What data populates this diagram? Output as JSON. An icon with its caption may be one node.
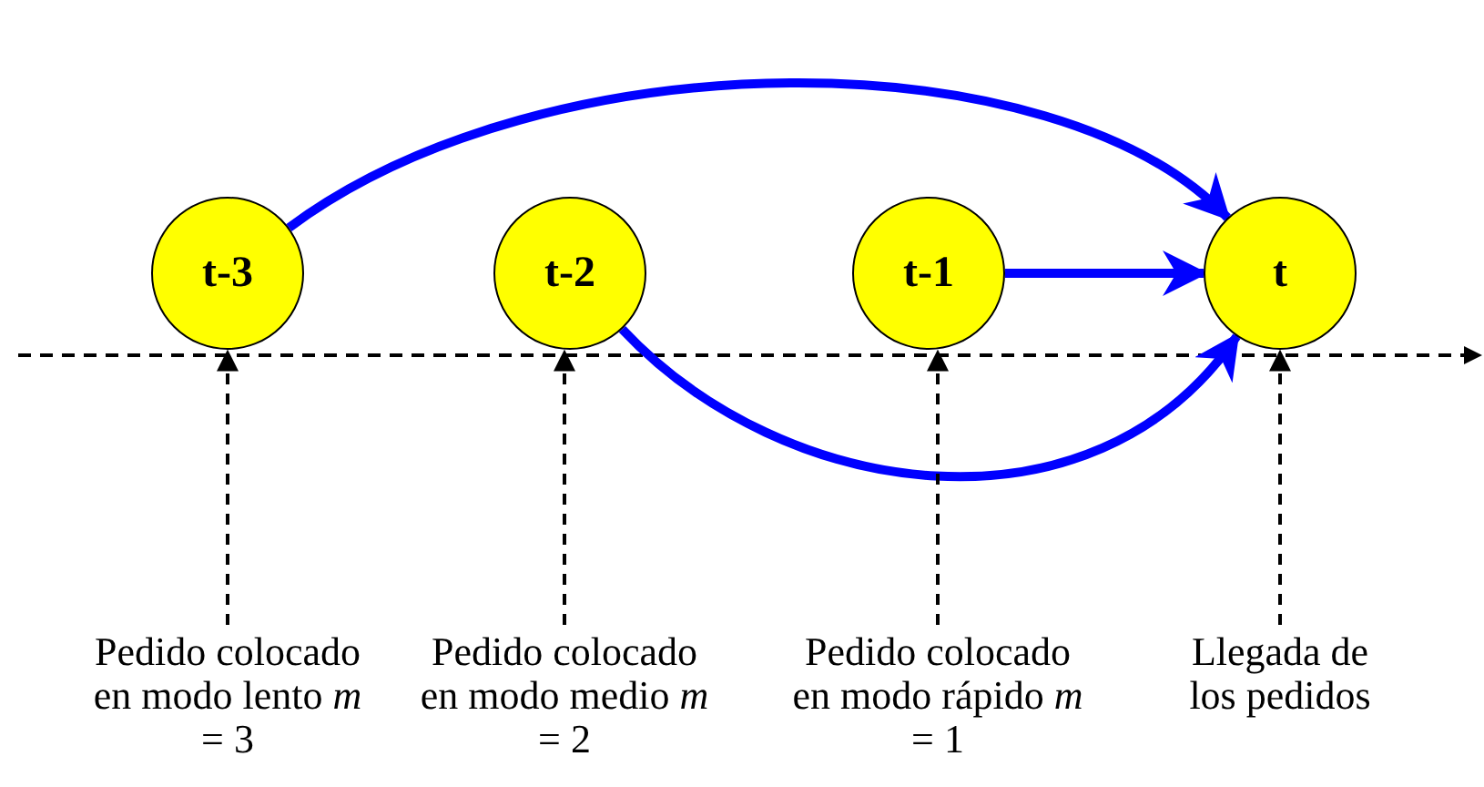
{
  "diagram": {
    "nodes": [
      {
        "text": [
          "t-3"
        ]
      },
      {
        "text": [
          "t-2"
        ]
      },
      {
        "text": [
          "t-1"
        ]
      },
      {
        "text": [
          "t"
        ]
      },
      {
        "text": [
          "Pedido colocado en modo lento *m* = 3"
        ]
      },
      {
        "text": [
          "Pedido colocado en modo medio *m* = 2"
        ]
      },
      {
        "text": [
          "Pedido colocado en modo rápido *m* = 1"
        ]
      },
      {
        "text": [
          "Llegada de los pedidos"
        ]
      }
    ],
    "edges": [
      {
        "from": 0,
        "to": 3,
        "arrow": "to",
        "style": "thick",
        "color": "#0000ff"
      },
      {
        "from": 2,
        "to": 3,
        "arrow": "to",
        "style": "thick",
        "color": "#0000ff"
      },
      {
        "from": 1,
        "to": 3,
        "arrow": "to",
        "style": "thick",
        "color": "#0000ff"
      },
      {
        "from": 4,
        "to": 0,
        "arrow": "to",
        "style": "dashed"
      },
      {
        "from": 5,
        "to": 1,
        "arrow": "to",
        "style": "dashed"
      },
      {
        "from": 6,
        "to": 2,
        "arrow": "to",
        "style": "dashed"
      },
      {
        "from": 7,
        "to": 3,
        "arrow": "to",
        "style": "dashed"
      }
    ]
  }
}
